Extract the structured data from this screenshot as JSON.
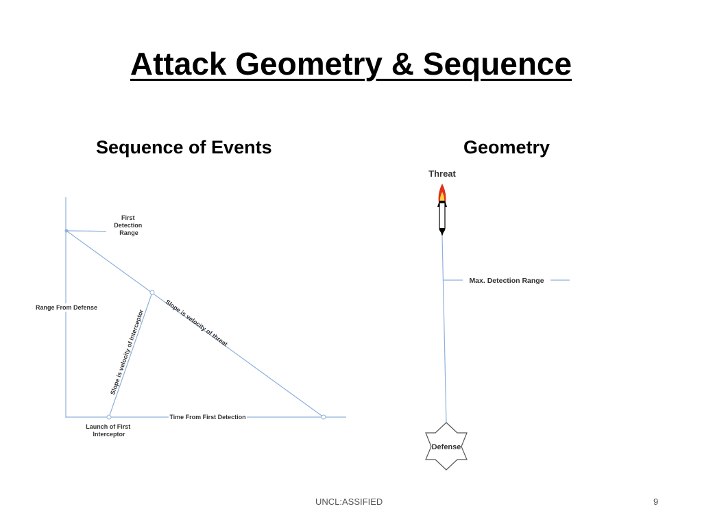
{
  "slide": {
    "title": "Attack Geometry & Sequence",
    "classification": "UNCL:ASSIFIED",
    "page_number": "9"
  },
  "sequence": {
    "title": "Sequence of Events",
    "labels": {
      "first_detection_range": [
        "First",
        "Detection",
        "Range"
      ],
      "range_from_defense": "Range From Defense",
      "time_from_first_detection": "Time From First Detection",
      "launch_of_first_interceptor": [
        "Launch of First",
        "Interceptor"
      ],
      "slope_threat": "Slope is velocity of threat",
      "slope_interceptor": "Slope is velocity of interceptor"
    }
  },
  "geometry": {
    "title": "Geometry",
    "labels": {
      "threat": "Threat",
      "max_detection_range": "Max. Detection Range",
      "defense": "Defense"
    }
  },
  "colors": {
    "line": "#8fb0dc",
    "text": "#333333",
    "flame_outer": "#e0301e",
    "flame_inner": "#ffd23f"
  }
}
